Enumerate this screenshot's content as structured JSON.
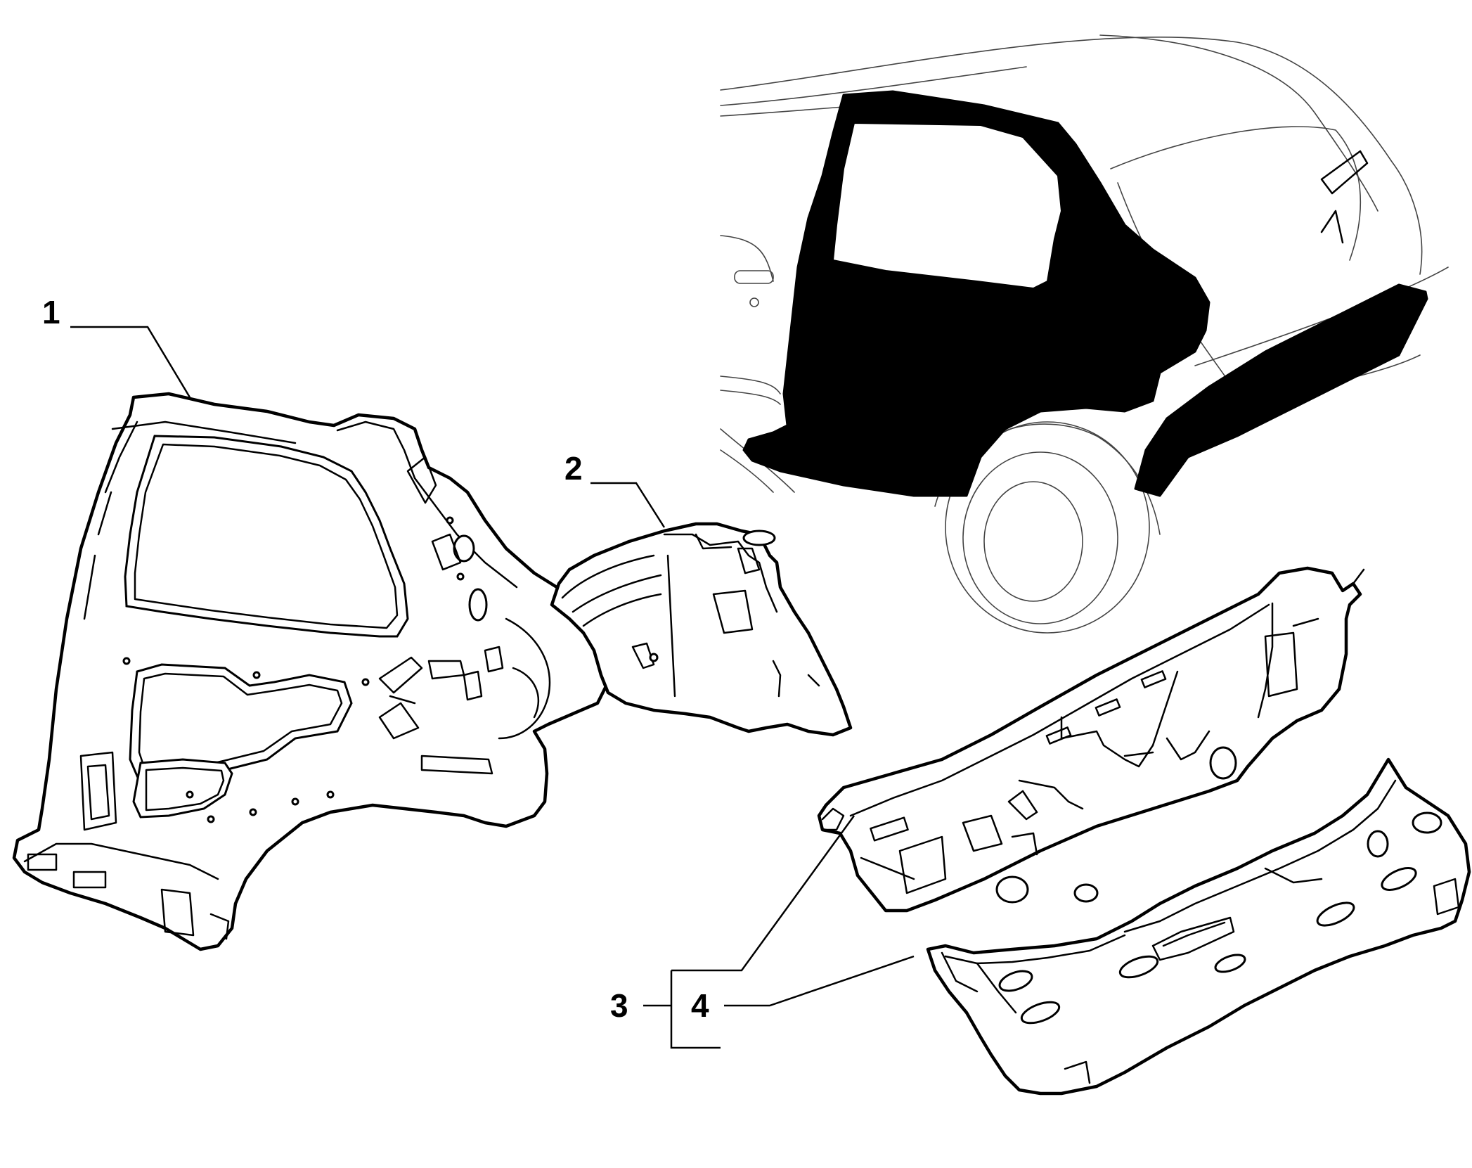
{
  "callouts": [
    {
      "id": "1",
      "label": "1"
    },
    {
      "id": "2",
      "label": "2"
    },
    {
      "id": "3",
      "label": "3"
    },
    {
      "id": "4",
      "label": "4"
    }
  ],
  "colors": {
    "ink": "#000000",
    "paper": "#ffffff",
    "highlight": "#000000"
  }
}
